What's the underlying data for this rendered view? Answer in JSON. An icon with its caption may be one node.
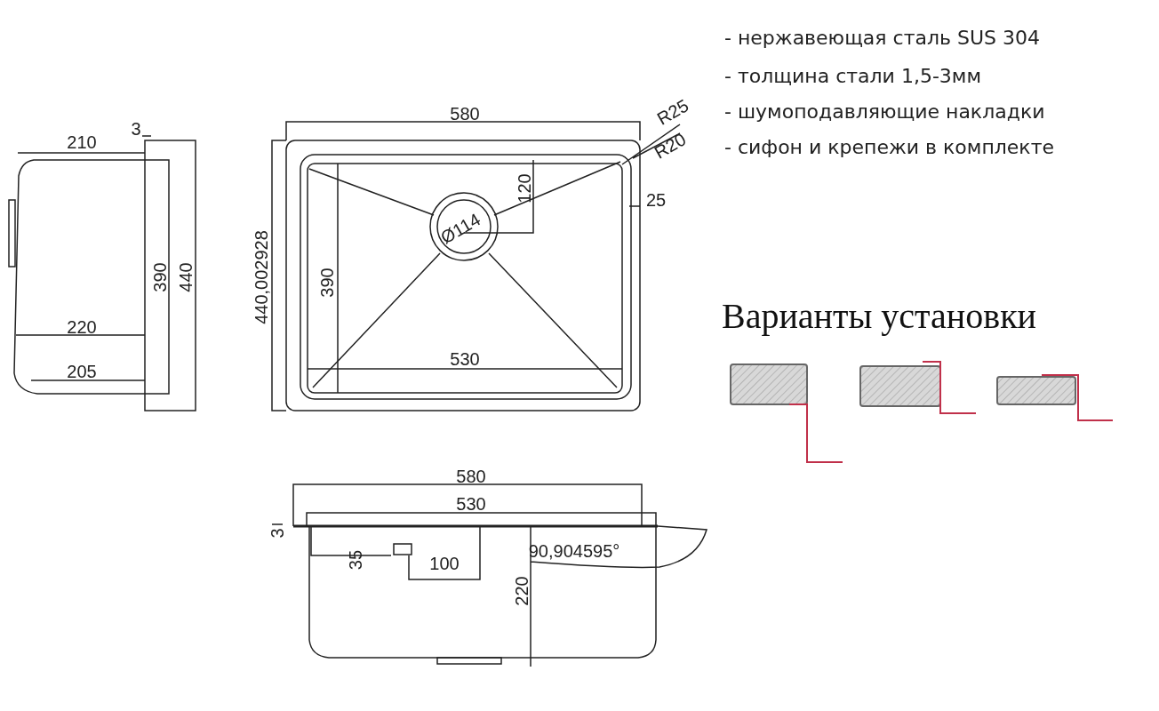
{
  "diagram": {
    "labels": [
      "- нержавеющая сталь SUS 304",
      "- толщина стали 1,5-3мм",
      "- шумоподавляющие накладки",
      "- сифон и крепежи в комплекте",
      "3",
      "210",
      "390",
      "440",
      "220",
      "205",
      "580",
      "R25",
      "R20",
      "120",
      "Ø114",
      "25",
      "440,002928",
      "390",
      "530",
      "Варианты установки",
      "580",
      "530",
      "3",
      "35",
      "100",
      "90,904595°",
      "220"
    ]
  }
}
